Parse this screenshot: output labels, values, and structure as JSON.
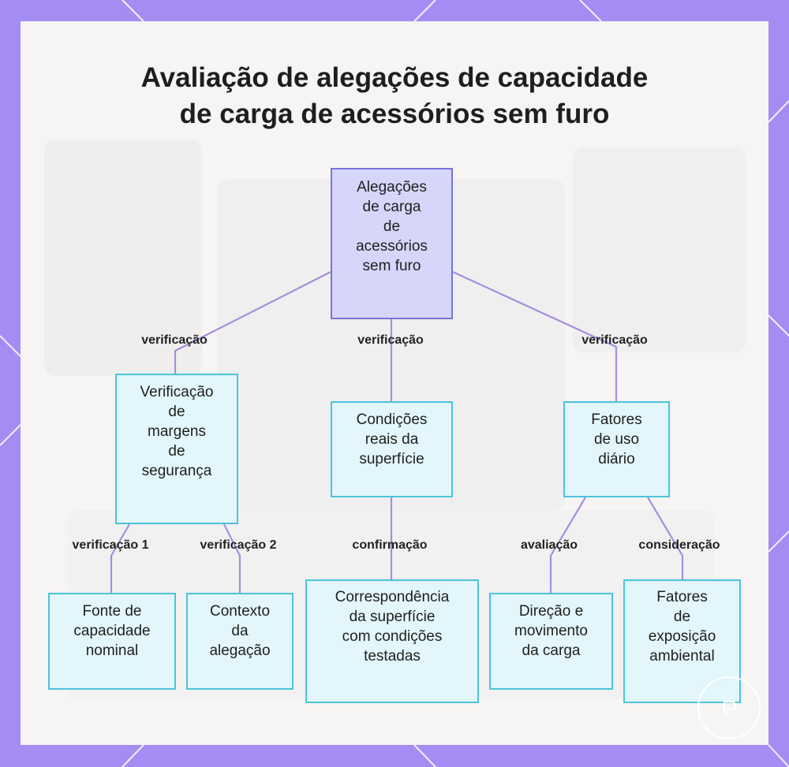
{
  "title": {
    "line1": "Avaliação de alegações de capacidade",
    "line2": "de carga de acessórios sem furo"
  },
  "nodes": {
    "root": "Alegações\nde carga\nde\nacessórios\nsem furo",
    "safety": "Verificação\nde\nmargens\nde\nsegurança",
    "surface": "Condições\nreais da\nsuperfície",
    "daily": "Fatores\nde uso\ndiário",
    "nominal": "Fonte de\ncapacidade\nnominal",
    "context": "Contexto\nda\nalegação",
    "match": "Correspondência\nda superfície\ncom condições\ntestadas",
    "direction": "Direção e\nmovimento\nda carga",
    "environment": "Fatores\nde\nexposição\nambiental"
  },
  "edges": {
    "root_safety": "verificação",
    "root_surface": "verificação",
    "root_daily": "verificação",
    "safety_nominal": "verificação 1",
    "safety_context": "verificação 2",
    "surface_match": "confirmação",
    "daily_direction": "avaliação",
    "daily_environment": "consideração"
  },
  "colors": {
    "frame": "#a48cf3",
    "root_fill": "#d6d6fb",
    "root_border": "#7b72d8",
    "node_fill": "#e2f6fb",
    "node_border": "#4cc3dc",
    "connector": "#a48fdf"
  },
  "icons": {
    "badge": "logo-badge-icon"
  }
}
